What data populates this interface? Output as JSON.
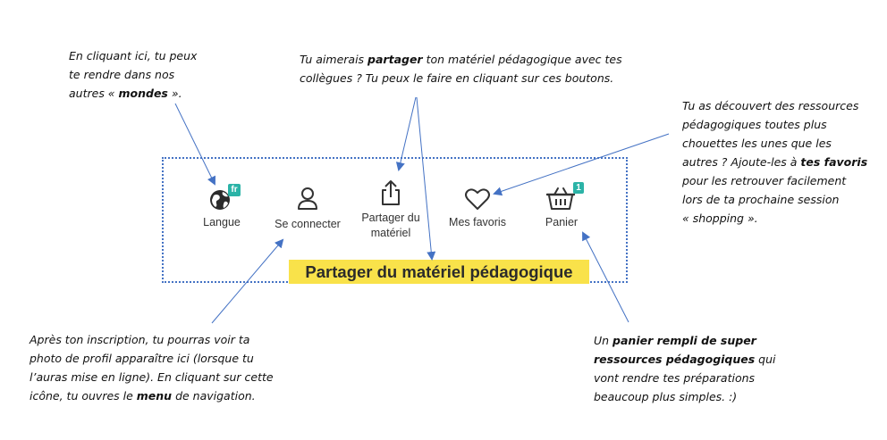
{
  "notes": {
    "mondes": {
      "before": "En cliquant ici, tu peux\nte rendre dans nos\nautres « ",
      "bold": "mondes",
      "after": " »."
    },
    "partager": {
      "before": "Tu aimerais ",
      "bold": "partager",
      "after": " ton matériel pédagogique avec tes\ncollègues ? Tu peux le faire en cliquant sur ces boutons."
    },
    "favoris": {
      "before": "Tu as découvert des ressources\npédagogiques toutes plus\nchouettes les unes que les\nautres ? Ajoute-les à ",
      "bold": "tes favoris",
      "after": "\npour les retrouver facilement\nlors de ta prochaine session\n« shopping »."
    },
    "profil": {
      "before": "Après ton inscription, tu pourras voir ta\nphoto de profil apparaître ici (lorsque tu\nl’auras mise en ligne). En cliquant sur cette\nicône, tu ouvres le ",
      "bold": "menu",
      "after": " de navigation."
    },
    "panier": {
      "before": "Un ",
      "bold": "panier rempli de super\nressources pédagogiques",
      "after": " qui\nvont rendre tes préparations\nbeaucoup plus simples. :)"
    }
  },
  "toolbar": {
    "langue": {
      "label": "Langue",
      "badge": "fr",
      "icon": "globe-icon"
    },
    "connect": {
      "label": "Se connecter",
      "icon": "user-icon"
    },
    "partager": {
      "label": "Partager du\nmatériel",
      "icon": "share-icon"
    },
    "favoris": {
      "label": "Mes favoris",
      "icon": "heart-icon"
    },
    "panier": {
      "label": "Panier",
      "badge": "1",
      "icon": "basket-icon"
    }
  },
  "tooltip": "Partager du matériel pédagogique",
  "colors": {
    "frame": "#4472c4",
    "arrow": "#4472c4",
    "badge": "#2bb3a7",
    "tooltip_bg": "#f9e24a",
    "icon": "#333333"
  }
}
